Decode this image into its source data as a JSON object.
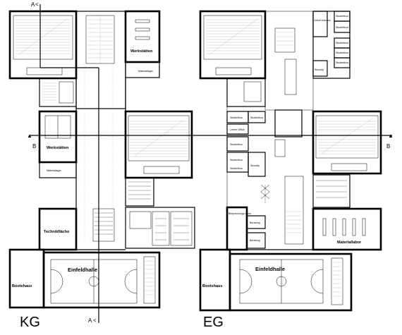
{
  "levels": {
    "kg": {
      "label": "KG"
    },
    "eg": {
      "label": "EG"
    }
  },
  "section_marks": {
    "a_top": "A",
    "a_bottom": "A",
    "b_left": "B",
    "b_right": "B"
  },
  "kg_rooms": {
    "werkstaetten_top": "Werkstätten",
    "materiallager_top": "Materiallager",
    "werkstaetten_mid": "Werkstätten",
    "materiallager_mid": "Materiallager",
    "technikflaeche": "Technikfläche",
    "bootshaus": "Bootshaus",
    "einfeldhalle": "Einfeldhalle"
  },
  "eg_rooms": {
    "lehrer_interims": "Lehrer interims",
    "studentbox": [
      "Studentbox",
      "Studentbox",
      "Studentbox",
      "Studentbox",
      "Studentbox"
    ],
    "security_top": "Security",
    "rooms_mid": [
      "Studentbox",
      "Studentbox",
      "Lehrer Office",
      "Studentbox",
      "Studentbox",
      "Studentbox"
    ],
    "security_mid": "Security",
    "besprechungsraum": "Besprechungs raum",
    "beratung1": "Beratung",
    "beratung2": "Beratung",
    "materiallabor": "Materiallabor",
    "bootshaus": "Bootshaus",
    "einfeldhalle": "Einfeldhalle"
  }
}
